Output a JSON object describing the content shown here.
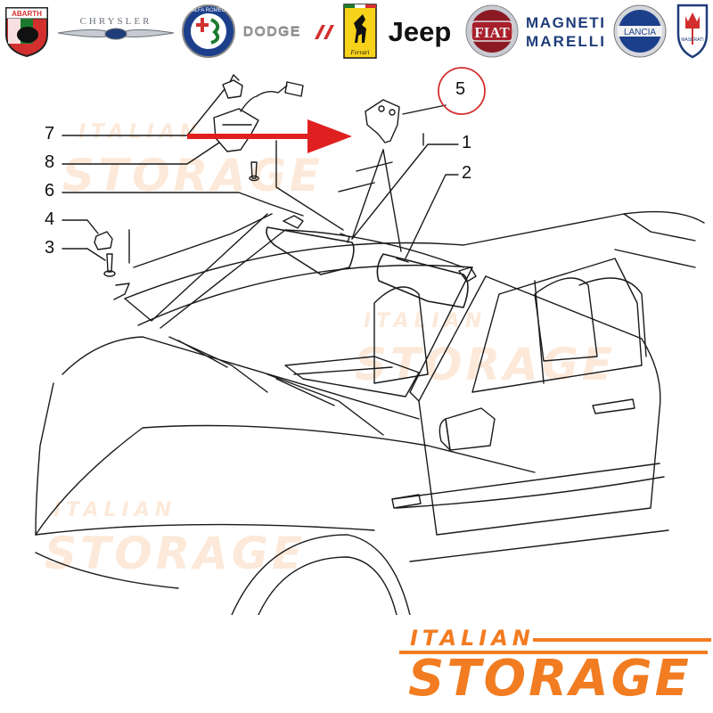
{
  "logos": [
    {
      "name": "abarth-logo",
      "text": "ABARTH"
    },
    {
      "name": "chrysler-logo",
      "text": "CHRYSLER"
    },
    {
      "name": "alfa-romeo-logo",
      "text": "ALFA ROMEO"
    },
    {
      "name": "dodge-logo",
      "text": "DODGE"
    },
    {
      "name": "ferrari-logo",
      "text": "Ferrari"
    },
    {
      "name": "jeep-logo",
      "text": "Jeep"
    },
    {
      "name": "fiat-logo",
      "text": "FIAT"
    },
    {
      "name": "magneti-marelli-logo",
      "text": "MAGNETI MARELLI"
    },
    {
      "name": "lancia-logo",
      "text": "LANCIA"
    },
    {
      "name": "maserati-logo",
      "text": "MASERATI"
    }
  ],
  "callouts": {
    "c1": "1",
    "c2": "2",
    "c3": "3",
    "c4": "4",
    "c5": "5",
    "c6": "6",
    "c7": "7",
    "c8": "8"
  },
  "watermark": {
    "top": "ITALIAN",
    "bottom": "STORAGE"
  },
  "brand": {
    "top": "ITALIAN",
    "bottom": "STORAGE"
  },
  "colors": {
    "brand_orange": "#f27c21",
    "arrow_red": "#e02020",
    "line": "#1a1a1a"
  }
}
